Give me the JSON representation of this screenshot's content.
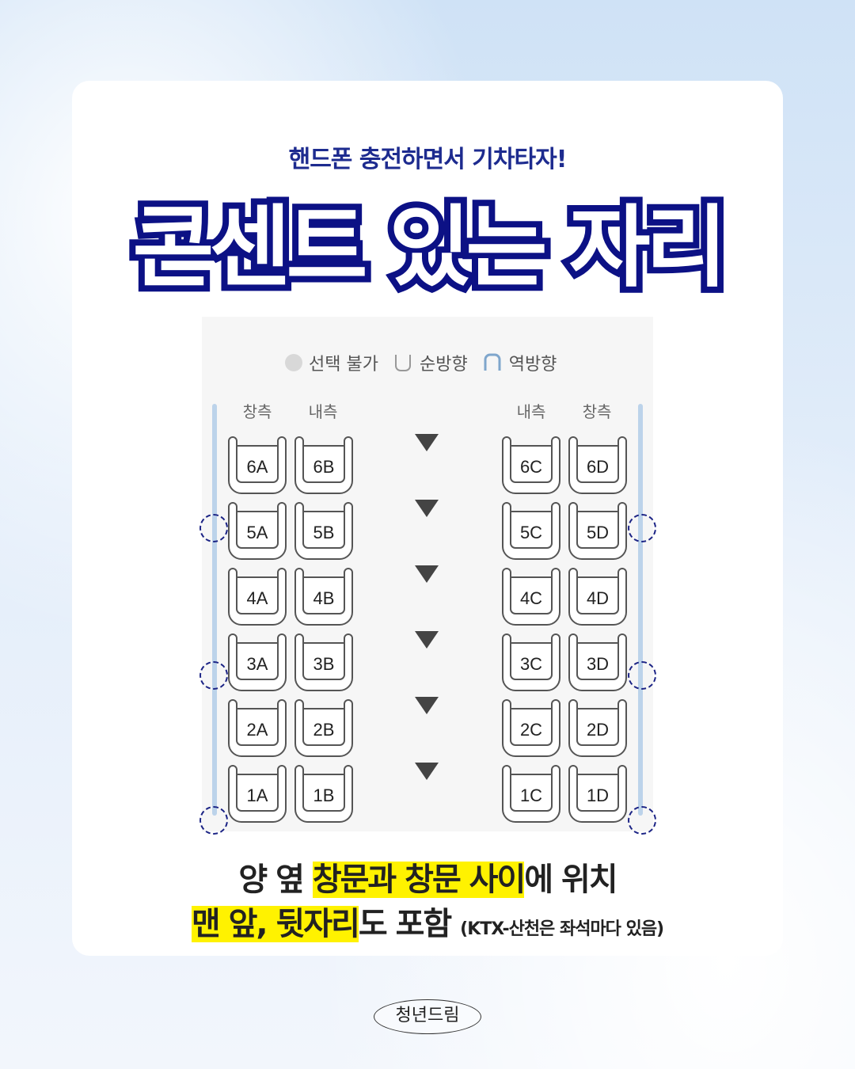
{
  "subtitle": "핸드폰 충전하면서 기차타자!",
  "title": "콘센트 있는 자리",
  "legend": {
    "unavailable": "선택 불가",
    "forward": "순방향",
    "backward": "역방향"
  },
  "headers": {
    "left_window": "창측",
    "left_aisle": "내측",
    "right_aisle": "내측",
    "right_window": "창측"
  },
  "rows": [
    {
      "seats": [
        "6A",
        "6B",
        "6C",
        "6D"
      ]
    },
    {
      "seats": [
        "5A",
        "5B",
        "5C",
        "5D"
      ]
    },
    {
      "seats": [
        "4A",
        "4B",
        "4C",
        "4D"
      ]
    },
    {
      "seats": [
        "3A",
        "3B",
        "3C",
        "3D"
      ]
    },
    {
      "seats": [
        "2A",
        "2B",
        "2C",
        "2D"
      ]
    },
    {
      "seats": [
        "1A",
        "1B",
        "1C",
        "1D"
      ]
    }
  ],
  "caption": {
    "line1_a": "양 옆 ",
    "line1_hl": "창문과 창문 사이",
    "line1_b": "에 위치",
    "line2_hl": "맨 앞, 뒷자리",
    "line2_b": "도 포함 ",
    "line2_note": "(KTX-산천은 좌석마다 있음)"
  },
  "footer": "청년드림",
  "colors": {
    "navy": "#0c1185",
    "highlight": "#fff200"
  }
}
